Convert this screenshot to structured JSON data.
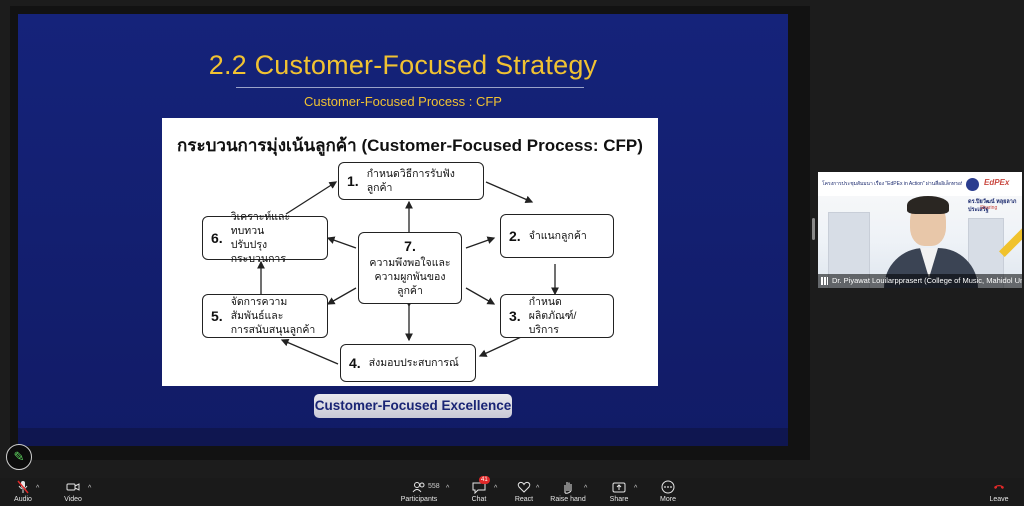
{
  "slide": {
    "title": "2.2 Customer-Focused Strategy",
    "subtitle": "Customer-Focused Process : CFP",
    "diagram_title": "กระบวนการมุ่งเน้นลูกค้า (Customer-Focused Process: CFP)",
    "nodes": [
      {
        "num": "1.",
        "text": "กำหนดวิธีการรับฟังลูกค้า"
      },
      {
        "num": "2.",
        "text": "จำแนกลูกค้า"
      },
      {
        "num": "3.",
        "text": "กำหนดผลิตภัณฑ์/บริการ"
      },
      {
        "num": "4.",
        "text": "ส่งมอบประสบการณ์"
      },
      {
        "num": "5.",
        "text_line1": "จัดการความสัมพันธ์และ",
        "text_line2": "การสนับสนุนลูกค้า"
      },
      {
        "num": "6.",
        "text_line1": "วิเคราะห์และทบทวน",
        "text_line2": "ปรับปรุงกระบวนการ"
      },
      {
        "num": "7.",
        "text_line1": "ความพึงพอใจและ",
        "text_line2": "ความผูกพันของลูกค้า"
      }
    ],
    "footer_badge": "Customer-Focused Excellence"
  },
  "video_tile": {
    "banner_text": "โครงการประชุมสัมมนา เรื่อง \"EdPEx in Action\" ผ่านสื่ออิเล็กทรอนิกส์",
    "logo_text": "EdPEx",
    "speaker_name": "ดร.ปิยวัฒน์ หลุยลาภประเสริฐ",
    "speaker_role": "Sharing",
    "participant_label": "Dr. Piyawat Louilarpprasert (College of Music, Mahidol Uni..."
  },
  "toolbar": {
    "audio": "Audio",
    "video": "Video",
    "participants": "Participants",
    "participants_count": "558",
    "chat": "Chat",
    "chat_badge": "41",
    "react": "React",
    "raise_hand": "Raise hand",
    "share": "Share",
    "more": "More",
    "leave": "Leave"
  },
  "icons": [
    "pencil-icon",
    "mic-muted-icon",
    "camera-icon",
    "participants-icon",
    "chat-icon",
    "react-heart-icon",
    "raise-hand-icon",
    "share-icon",
    "more-icon",
    "leave-icon"
  ],
  "colors": {
    "slide_bg": "#15237a",
    "title_gold": "#f1c232",
    "toolbar_bg": "#1a1a1a",
    "badge_red": "#e02828"
  }
}
